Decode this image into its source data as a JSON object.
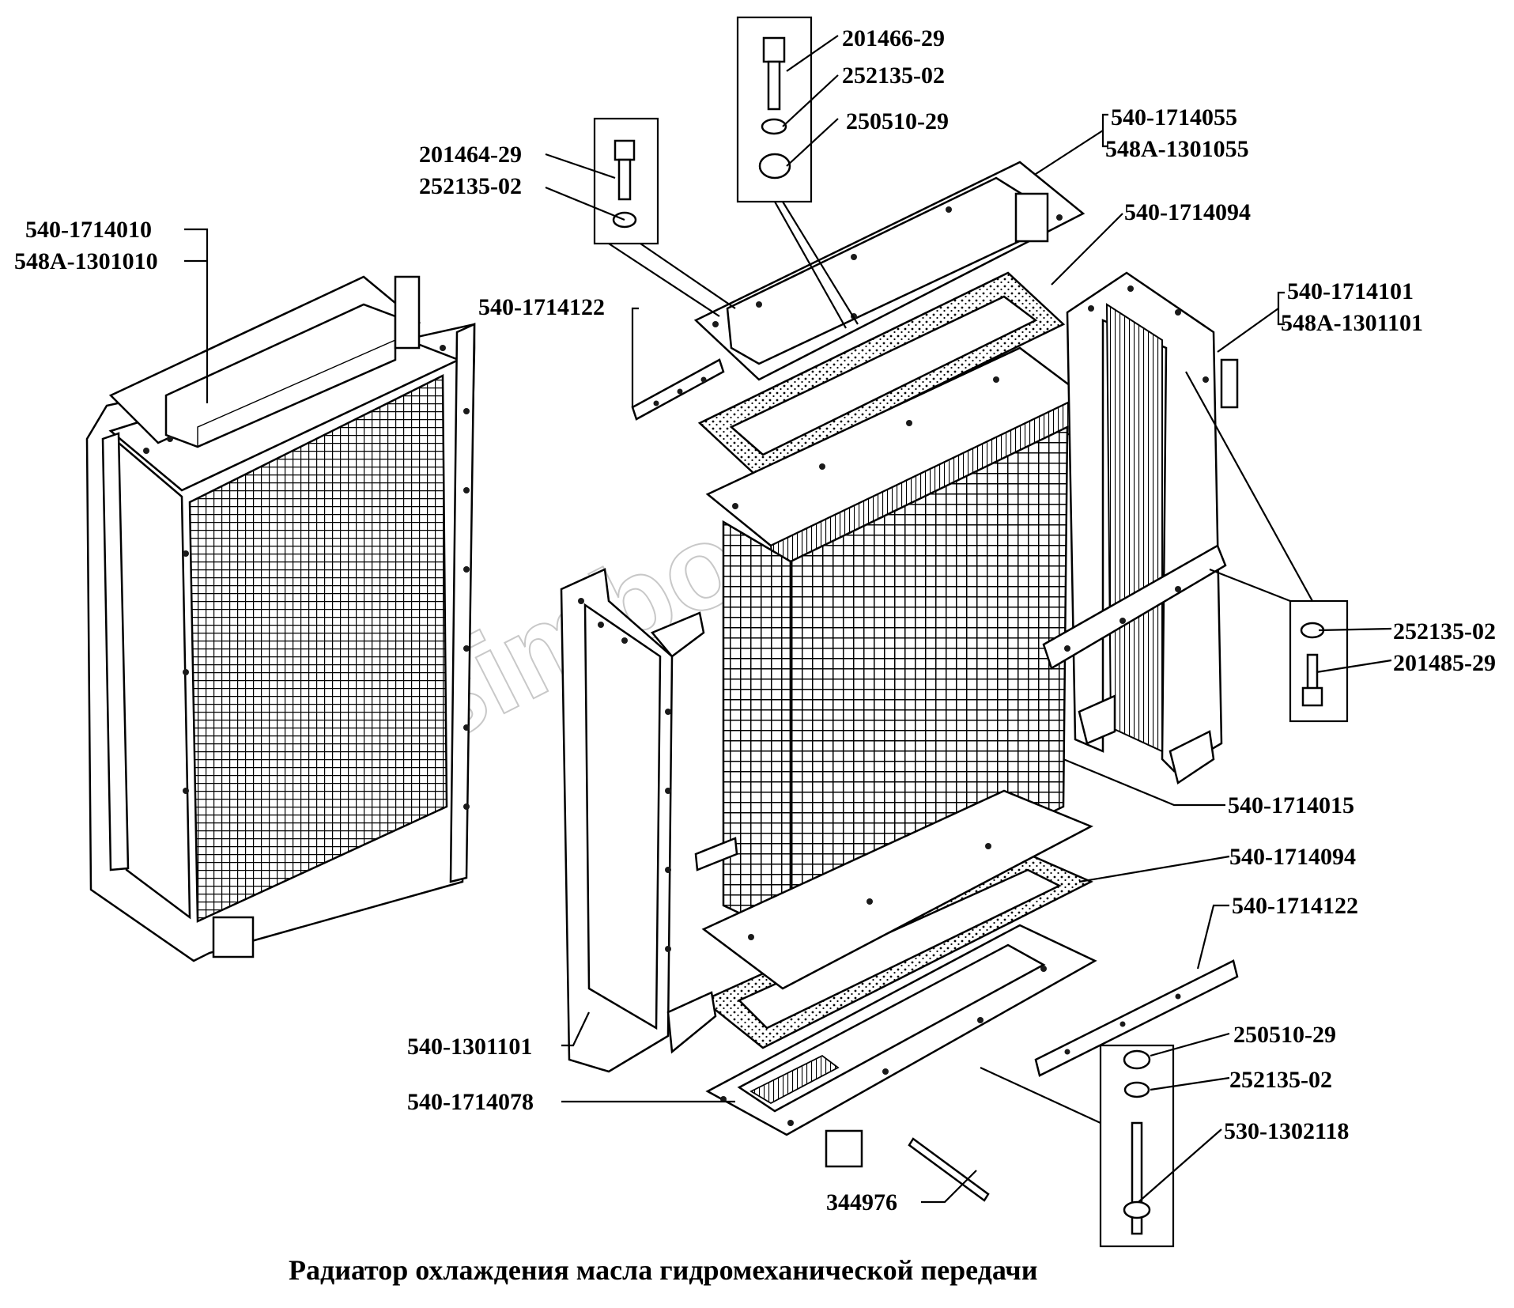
{
  "caption": "Радиатор охлаждения масла гидромеханической передачи",
  "watermark": "www.simbo.kz",
  "labels": {
    "l_201466_29": "201466-29",
    "l_252135_02_a": "252135-02",
    "l_250510_29_a": "250510-29",
    "l_201464_29": "201464-29",
    "l_252135_02_b": "252135-02",
    "l_540_1714055": "540-1714055",
    "l_548A_1301055": "548А-1301055",
    "l_540_1714010": "540-1714010",
    "l_548A_1301010": "548А-1301010",
    "l_540_1714094_a": "540-1714094",
    "l_540_1714122_a": "540-1714122",
    "l_540_1714101": "540-1714101",
    "l_548A_1301101": "548А-1301101",
    "l_252135_02_c": "252135-02",
    "l_201485_29": "201485-29",
    "l_540_1714015": "540-1714015",
    "l_540_1714094_b": "540-1714094",
    "l_540_1714122_b": "540-1714122",
    "l_250510_29_b": "250510-29",
    "l_252135_02_d": "252135-02",
    "l_530_1302118": "530-1302118",
    "l_540_1301101": "540-1301101",
    "l_540_1714078": "540-1714078",
    "l_344976": "344976"
  }
}
